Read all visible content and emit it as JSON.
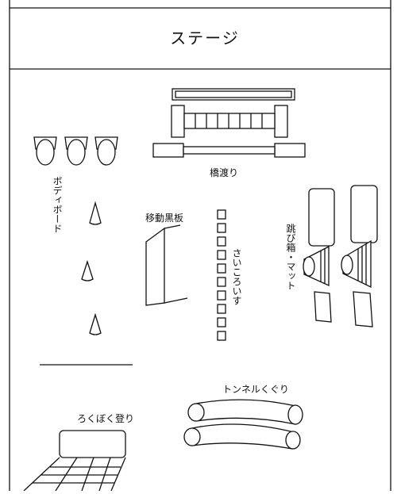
{
  "labels": {
    "stage": "ステージ",
    "bridge": "橋渡り",
    "bodyboard": "ボディボード",
    "blackboard": "移動黒板",
    "dice_chairs": "さいころいす",
    "vault_mat": "跳び箱・マット",
    "tunnel": "トンネルくぐり",
    "ladder": "ろくぼく登り"
  }
}
